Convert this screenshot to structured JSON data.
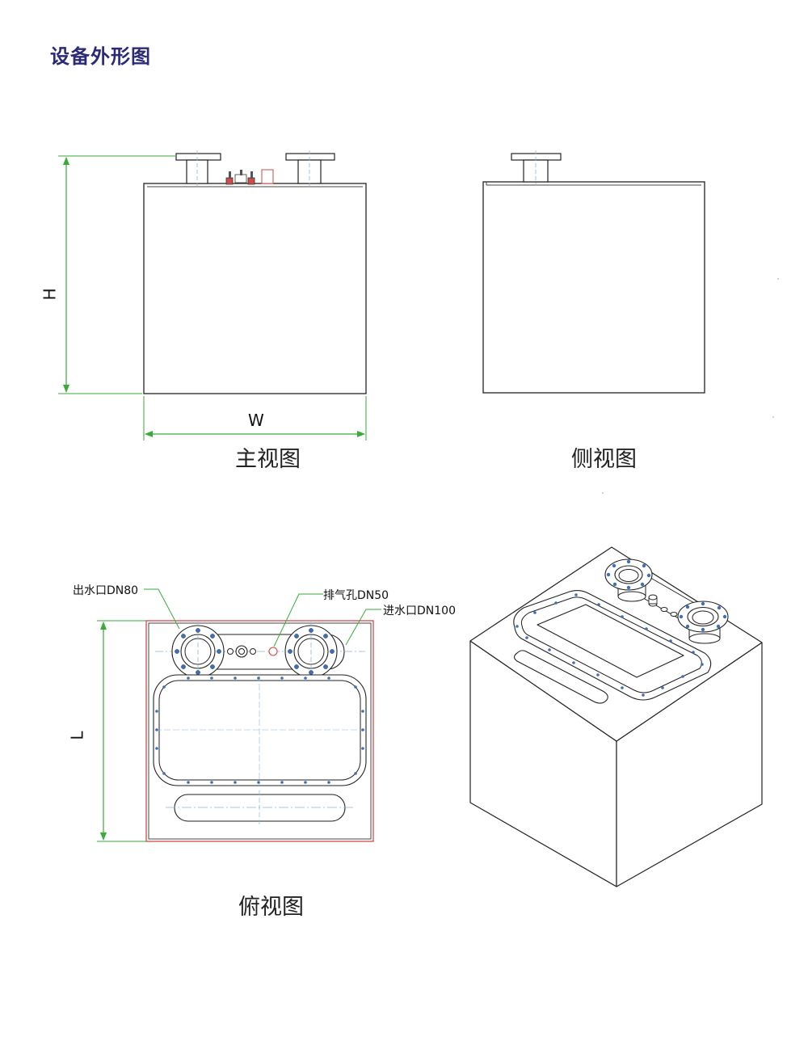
{
  "page": {
    "title": "设备外形图"
  },
  "colors": {
    "title": "#2b2a78",
    "dimension_line": "#3aaa3a",
    "outline": "#222222",
    "centerline": "#8fb2d8",
    "border_red": "#d24a4a",
    "bolt": "#3d6fb8"
  },
  "views": {
    "front": {
      "caption": "主视图",
      "dim_height": "H",
      "dim_width": "W"
    },
    "side": {
      "caption": "侧视图"
    },
    "top": {
      "caption": "俯视图",
      "dim_length": "L",
      "callouts": {
        "outlet": "出水口DN80",
        "vent": "排气孔DN50",
        "inlet": "进水口DN100"
      }
    }
  }
}
